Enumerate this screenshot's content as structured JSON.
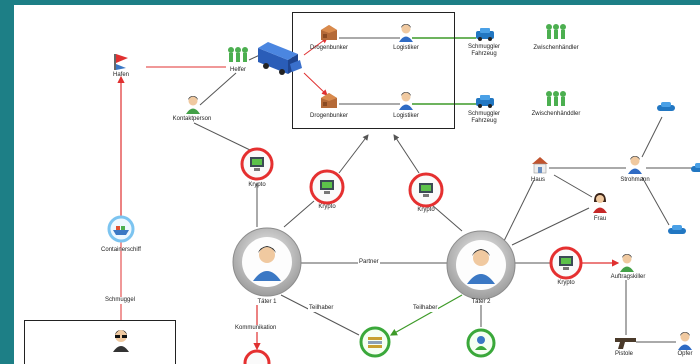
{
  "colors": {
    "frame": "#1d7f86",
    "red_edge": "#e03030",
    "green_edge": "#3d9a28",
    "gray_edge": "#555555",
    "crypto_ring": "#e53030",
    "big_ring": "#a8a8a8"
  },
  "nodes": {
    "hafen": "Hafen",
    "helfer": "Helfer",
    "kontaktperson": "Kontaktperson",
    "krypto_1": "Krypto",
    "krypto_2": "Krypto",
    "krypto_3": "Krypto",
    "krypto_4": "Krypto",
    "containerschiff": "Containerschiff",
    "drogenbunker_1": "Drogenbunker",
    "drogenbunker_2": "Drogenbunker",
    "logistiker_1": "Logistiker",
    "logistiker_2": "Logistiker",
    "schmuggler_fahrzeug_1": "Schmuggler Fahrzeug",
    "schmuggler_fahrzeug_2": "Schmuggler Fahrzeug",
    "zwischenhaendler_1": "Zwischenhändler",
    "zwischenhaendler_2": "Zwischenhänddler",
    "haus": "Haus",
    "strohmann": "Strohmann",
    "frau": "Frau",
    "auftragskiller": "Auftragskiller",
    "taeter_1": "Täter 1",
    "taeter_2": "Täter 2",
    "pistole": "Pistole",
    "opfer": "Opfer"
  },
  "edge_labels": {
    "partner": "Partner",
    "teilhaber_1": "Teilhaber",
    "teilhaber_2": "Teilhaber",
    "kommunikation": "Kommunikation",
    "schmuggel": "Schmuggel"
  }
}
